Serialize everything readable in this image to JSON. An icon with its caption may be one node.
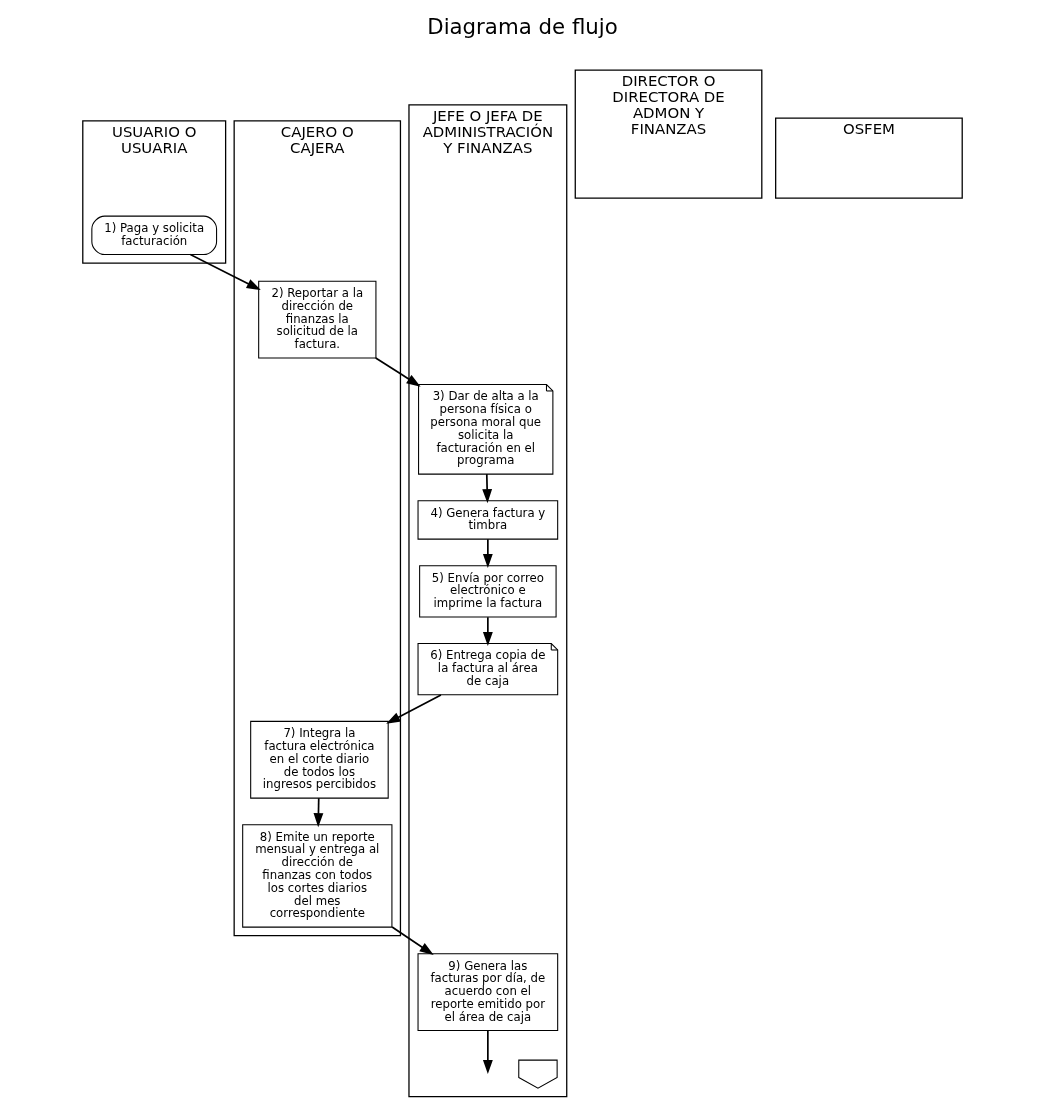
{
  "diagram": {
    "title": "Diagrama de flujo",
    "nodes": [
      {
        "text": [
          "USUARIO O USUARIA"
        ]
      },
      {
        "text": [
          "CAJERO O CAJERA"
        ]
      },
      {
        "text": [
          "JEFE O JEFA DE ADMINISTRACIÓN Y FINANZAS"
        ]
      },
      {
        "text": [
          "DIRECTOR O DIRECTORA DE ADMON Y FINANZAS"
        ]
      },
      {
        "text": [
          "OSFEM"
        ]
      },
      {
        "text": [
          "1) Paga y solicita facturación"
        ],
        "in": 0
      },
      {
        "text": [
          "2) Reportar a la dirección de finanzas la solicitud de la factura."
        ],
        "in": 1
      },
      {
        "text": [
          "3) Dar de alta a la persona física o persona moral que solicita la facturación en el programa"
        ],
        "in": 2
      },
      {
        "text": [
          "4) Genera factura y timbra"
        ],
        "in": 2
      },
      {
        "text": [
          "5) Envía por correo electrónico e imprime la factura"
        ],
        "in": 2
      },
      {
        "text": [
          "6) Entrega copia de la factura al área de caja"
        ],
        "in": 2
      },
      {
        "text": [
          "7) Integra la factura electrónica en el corte diario de todos los ingresos percibidos"
        ],
        "in": 1
      },
      {
        "text": [
          "8) Emite un reporte mensual y entrega al dirección de finanzas con todos los cortes diarios del mes correspondiente"
        ],
        "in": 1
      },
      {
        "text": [
          "9) Genera las facturas por día, de acuerdo con el reporte emitido por el área de caja"
        ],
        "in": 2
      },
      {
        "text": [],
        "shape": "pentagon",
        "in": 2
      }
    ],
    "edges": [
      {
        "from": 5,
        "to": 6,
        "arrow": "to"
      },
      {
        "from": 6,
        "to": 7,
        "arrow": "to"
      },
      {
        "from": 7,
        "to": 8,
        "arrow": "to"
      },
      {
        "from": 8,
        "to": 9,
        "arrow": "to"
      },
      {
        "from": 9,
        "to": 10,
        "arrow": "to"
      },
      {
        "from": 10,
        "to": 11,
        "arrow": "to"
      },
      {
        "from": 11,
        "to": 12,
        "arrow": "to"
      },
      {
        "from": 12,
        "to": 13,
        "arrow": "to"
      },
      {
        "from": 13,
        "to": null,
        "arrow": "to"
      }
    ]
  }
}
